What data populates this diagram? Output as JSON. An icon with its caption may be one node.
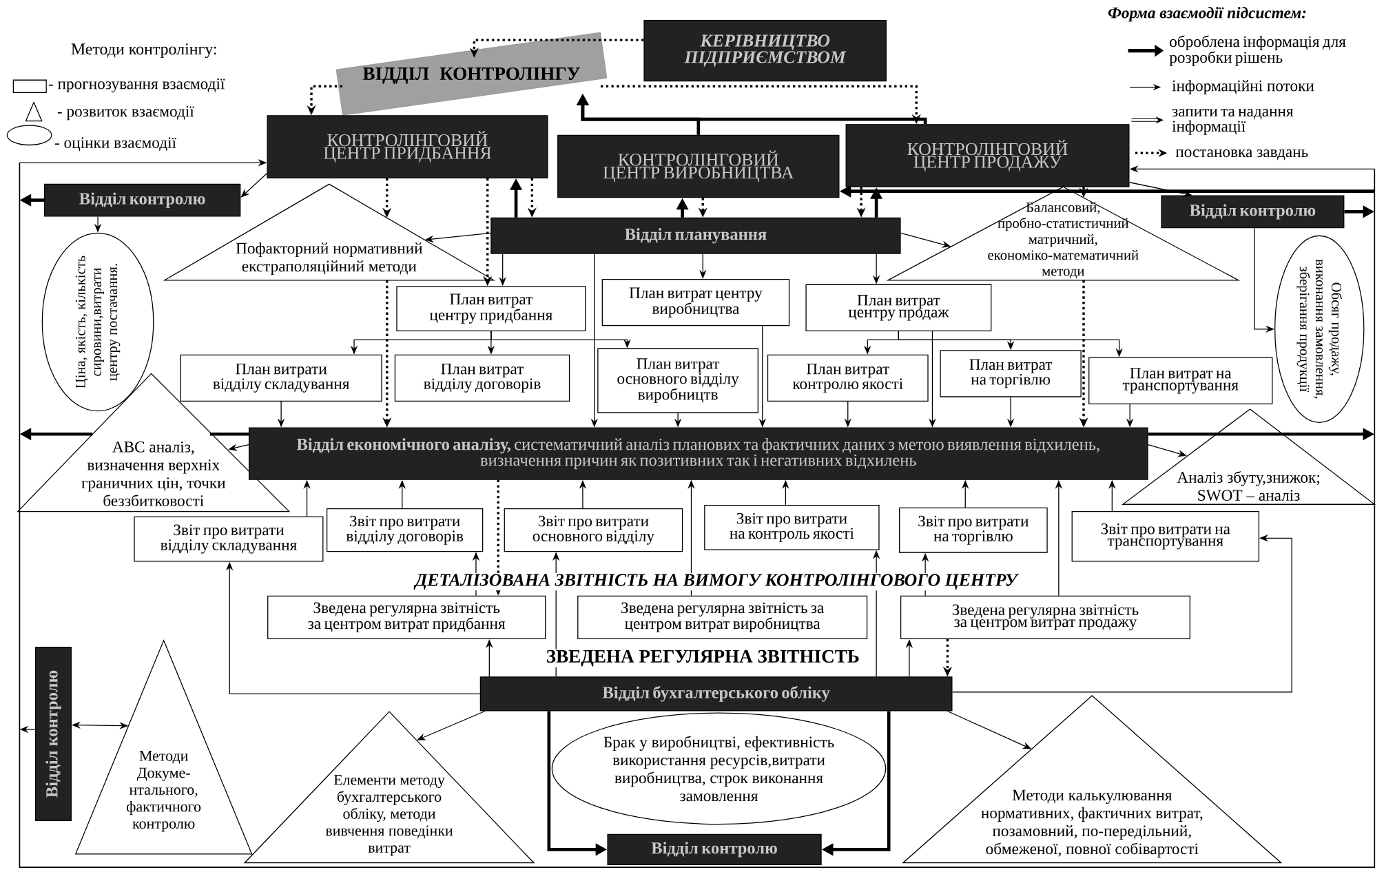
{
  "diagram": {
    "nodes": [
      {
        "text": [
          "ВІДДІЛ КОНТРОЛІНГУ"
        ]
      },
      {
        "text": [
          "КЕРІВНИЦТВО ПІДПРИЄМСТВОМ"
        ]
      },
      {
        "text": [
          "КОНТРОЛІНГОВИЙ ЦЕНТР ПРИДБАННЯ"
        ]
      },
      {
        "text": [
          "КОНТРОЛІНГОВИЙ ЦЕНТР ВИРОБНИЦТВА"
        ]
      },
      {
        "text": [
          "КОНТРОЛІНГОВИЙ ЦЕНТР ПРОДАЖУ"
        ]
      },
      {
        "text": [
          "Відділ контролю"
        ]
      },
      {
        "text": [
          "Відділ планування"
        ]
      },
      {
        "text": [
          "Відділ контролю"
        ]
      },
      {
        "text": [
          "Пофакторний нормативний екстраполяційний методи"
        ]
      },
      {
        "text": [
          "Балансовий, пробно-статистичний матричний, економіко-математичний методи"
        ]
      },
      {
        "text": [
          "Ціна, якість, кількість сировини,витрати центру постачання."
        ]
      },
      {
        "text": [
          "Обсяг продажу, виконання замовлення, зберігання продукції"
        ]
      },
      {
        "text": [
          "План витрат центру придбання"
        ]
      },
      {
        "text": [
          "План витрат центру виробництва"
        ]
      },
      {
        "text": [
          "План витрат центру продаж"
        ]
      },
      {
        "text": [
          "План витрати відділу складування"
        ]
      },
      {
        "text": [
          "План витрат відділу договорів"
        ]
      },
      {
        "text": [
          "План витрат основного відділу виробництв"
        ]
      },
      {
        "text": [
          "План витрат контролю якості"
        ]
      },
      {
        "text": [
          "План витрат на торгівлю"
        ]
      },
      {
        "text": [
          "План витрат на транспортування"
        ]
      },
      {
        "text": [
          "ABC аналіз, визначення верхніх граничних цін, точки беззбитковості"
        ]
      },
      {
        "text": [
          "**Відділ економічного аналізу,** систематичний аналіз планових та фактичних даних з метою виявлення відхилень, визначення причин як позитивних так і негативних відхилень"
        ]
      },
      {
        "text": [
          "Аналіз збуту,знижок; SWOT – аналіз"
        ]
      },
      {
        "text": [
          "Звіт про витрати відділу складування"
        ]
      },
      {
        "text": [
          "Звіт про витрати відділу договорів"
        ]
      },
      {
        "text": [
          "Звіт про витрати основного відділу"
        ]
      },
      {
        "text": [
          "Звіт про витрати на контроль якості"
        ]
      },
      {
        "text": [
          "Звіт про витрати на торгівлю"
        ]
      },
      {
        "text": [
          "Звіт про витрати на транспортування"
        ]
      },
      {
        "text": [
          "Зведена регулярна звітність за центром витрат придбання"
        ]
      },
      {
        "text": [
          "Зведена регулярна звітність за центром витрат виробництва"
        ]
      },
      {
        "text": [
          "Зведена регулярна звітність за центром витрат продажу"
        ]
      },
      {
        "text": [
          "Відділ бухгалтерського обліку"
        ]
      },
      {
        "text": [
          "Відділ контролю"
        ]
      },
      {
        "text": [
          "Методи Докуме-нтального, фактичного контролю"
        ]
      },
      {
        "text": [
          "Елементи методу бухгалтерського обліку, методи вивчення поведінки витрат"
        ]
      },
      {
        "text": [
          "Брак у виробництві, ефективність використання ресурсів,витрати виробництва, строк виконання замовлення"
        ]
      },
      {
        "text": [
          "Методи калькулювання нормативних, фактичних витрат, позамовний, по-передільний, обмеженої, повної собівартості"
        ]
      },
      {
        "text": [
          "Відділ контролю"
        ]
      }
    ],
    "edges": [
      {
        "from": 1,
        "to": 0,
        "arrow": "to",
        "style": "dashed"
      },
      {
        "from": 0,
        "to": 2,
        "arrow": "to",
        "style": "dashed"
      },
      {
        "from": 0,
        "to": 4,
        "arrow": "to",
        "style": "dashed"
      },
      {
        "from": 3,
        "to": 0,
        "arrow": "to",
        "style": "thick"
      },
      {
        "from": 4,
        "to": 0,
        "arrow": "to",
        "style": "thick"
      },
      {
        "from": 2,
        "to": 5,
        "arrow": "to"
      },
      {
        "from": 5,
        "to": null,
        "arrow": "to",
        "style": "thick"
      },
      {
        "from": 5,
        "to": 10,
        "arrow": "to"
      },
      {
        "from": 4,
        "to": 7,
        "arrow": "to"
      },
      {
        "from": 7,
        "to": null,
        "arrow": "to",
        "style": "thick"
      },
      {
        "from": 7,
        "to": 11,
        "arrow": "to"
      },
      {
        "from": 6,
        "to": 8,
        "arrow": "to"
      },
      {
        "from": 6,
        "to": 9,
        "arrow": "to"
      },
      {
        "from": 6,
        "to": 2,
        "arrow": "to",
        "style": "thick"
      },
      {
        "from": 2,
        "to": 6,
        "arrow": "to",
        "style": "dashed"
      },
      {
        "from": 6,
        "to": 3,
        "arrow": "to",
        "style": "thick"
      },
      {
        "from": 3,
        "to": 6,
        "arrow": "to",
        "style": "dashed"
      },
      {
        "from": 6,
        "to": 4,
        "arrow": "to",
        "style": "thick"
      },
      {
        "from": 4,
        "to": 6,
        "arrow": "to",
        "style": "dashed"
      },
      {
        "from": 6,
        "to": 12,
        "arrow": "to"
      },
      {
        "from": 6,
        "to": 13,
        "arrow": "to"
      },
      {
        "from": 6,
        "to": 14,
        "arrow": "to"
      },
      {
        "from": 12,
        "to": 15,
        "arrow": "to"
      },
      {
        "from": 12,
        "to": 16,
        "arrow": "to"
      },
      {
        "from": 12,
        "to": 17,
        "arrow": "to"
      },
      {
        "from": 14,
        "to": 18,
        "arrow": "to"
      },
      {
        "from": 14,
        "to": 19,
        "arrow": "to"
      },
      {
        "from": 14,
        "to": 20,
        "arrow": "to"
      },
      {
        "from": 15,
        "to": 22,
        "arrow": "to"
      },
      {
        "from": 2,
        "to": 8,
        "arrow": "to",
        "style": "dashed"
      },
      {
        "from": 2,
        "to": 12,
        "arrow": "to",
        "style": "dashed"
      },
      {
        "from": 6,
        "to": 22,
        "arrow": "to"
      },
      {
        "from": 17,
        "to": 22,
        "arrow": "to"
      },
      {
        "from": 13,
        "to": 22,
        "arrow": "to"
      },
      {
        "from": 18,
        "to": 22,
        "arrow": "to"
      },
      {
        "from": 14,
        "to": 22,
        "arrow": "to"
      },
      {
        "from": 4,
        "to": 9,
        "arrow": "to",
        "style": "dashed"
      },
      {
        "from": 19,
        "to": 22,
        "arrow": "to"
      },
      {
        "from": 20,
        "to": 22,
        "arrow": "to"
      },
      {
        "from": 22,
        "to": 21,
        "arrow": "to"
      },
      {
        "from": 22,
        "to": 23,
        "arrow": "to"
      },
      {
        "from": 22,
        "to": null,
        "arrow": "to",
        "style": "thick"
      },
      {
        "from": 22,
        "to": null,
        "arrow": "to",
        "style": "thick"
      },
      {
        "from": 24,
        "to": 22,
        "arrow": "to"
      },
      {
        "from": 25,
        "to": 22,
        "arrow": "to"
      },
      {
        "from": 26,
        "to": 22,
        "arrow": "to"
      },
      {
        "from": 27,
        "to": 22,
        "arrow": "to"
      },
      {
        "from": 28,
        "to": 22,
        "arrow": "to"
      },
      {
        "from": 29,
        "to": 22,
        "arrow": "to"
      },
      {
        "from": 31,
        "to": 22,
        "arrow": "to"
      },
      {
        "from": 32,
        "to": 22,
        "arrow": "to"
      },
      {
        "from": 30,
        "to": 25,
        "arrow": "to"
      },
      {
        "from": 33,
        "to": 26,
        "arrow": "to"
      },
      {
        "from": 33,
        "to": 27,
        "arrow": "to"
      },
      {
        "from": 32,
        "to": 28,
        "arrow": "to"
      },
      {
        "from": 33,
        "to": 30,
        "arrow": "to"
      },
      {
        "from": 22,
        "to": 30,
        "arrow": "to",
        "style": "dashed"
      },
      {
        "from": 33,
        "to": 32,
        "arrow": "to"
      },
      {
        "from": 32,
        "to": 33,
        "arrow": "to",
        "style": "dashed"
      },
      {
        "from": 33,
        "to": 24,
        "arrow": "to"
      },
      {
        "from": 33,
        "to": 29,
        "arrow": "to"
      },
      {
        "from": 33,
        "to": 36,
        "arrow": "to"
      },
      {
        "from": 33,
        "to": 38,
        "arrow": "to"
      },
      {
        "from": 34,
        "to": 35,
        "arrow": "both"
      },
      {
        "from": 34,
        "to": null,
        "arrow": "to"
      },
      {
        "from": 33,
        "to": 39,
        "arrow": "to",
        "style": "thick"
      },
      {
        "from": 33,
        "to": 39,
        "arrow": "to",
        "style": "thick"
      },
      {
        "from": null,
        "to": 2,
        "arrow": "to"
      },
      {
        "from": null,
        "to": 4,
        "arrow": "to"
      },
      {
        "from": null,
        "to": 3,
        "arrow": "to",
        "style": "thick"
      },
      {
        "from": 8,
        "to": 22,
        "arrow": "to",
        "style": "dashed"
      },
      {
        "from": 9,
        "to": 22,
        "arrow": "to",
        "style": "dashed"
      }
    ],
    "labels": [
      "Методи контролінгу:",
      "Форма взаємодії підсистем:",
      "ДЕТАЛІЗОВАНА ЗВІТНІСТЬ НА ВИМОГУ КОНТРОЛІНГОВОГО ЦЕНТРУ",
      "ЗВЕДЕНА РЕГУЛЯРНА ЗВІТНІСТЬ"
    ],
    "legend": [
      {
        "text": "- прогнозування взаємодії"
      },
      {
        "text": "- розвиток взаємодії"
      },
      {
        "text": "- оцінки взаємодії"
      },
      {
        "text": "оброблена інформація для розробки рішень"
      },
      {
        "text": "інформаційні потоки"
      },
      {
        "text": "запити та надання інформації"
      },
      {
        "text": "постановка завдань"
      }
    ]
  }
}
